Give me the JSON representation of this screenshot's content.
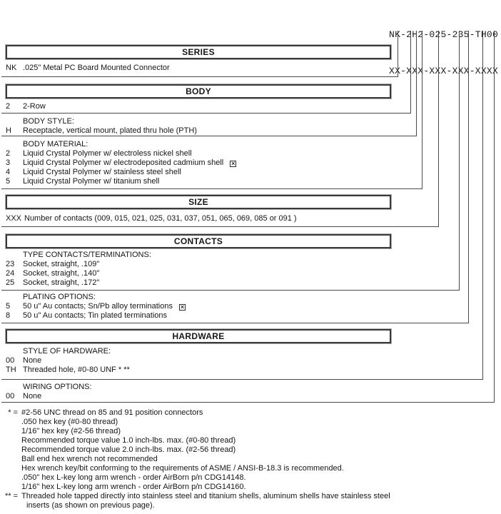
{
  "part_number": {
    "value": "NK-2H2-025-235-TH00",
    "mask": "XX-XXX-XXX-XXX-XXXX"
  },
  "icons": {
    "crossed_box": "×"
  },
  "sections": {
    "series": {
      "title": "SERIES",
      "rows": [
        {
          "code": "NK",
          "desc": ".025\" Metal PC Board Mounted Connector"
        }
      ]
    },
    "body": {
      "title": "BODY",
      "rows": [
        {
          "code": "2",
          "desc": "2-Row"
        }
      ],
      "style_label": "BODY STYLE:",
      "style_rows": [
        {
          "code": "H",
          "desc": "Receptacle, vertical mount, plated thru hole (PTH)"
        }
      ],
      "material_label": "BODY MATERIAL:",
      "material_rows": [
        {
          "code": "2",
          "desc": "Liquid Crystal Polymer w/ electroless nickel shell"
        },
        {
          "code": "3",
          "desc": "Liquid Crystal Polymer w/ electrodeposited cadmium shell",
          "flagged": true
        },
        {
          "code": "4",
          "desc": "Liquid Crystal Polymer w/ stainless steel shell"
        },
        {
          "code": "5",
          "desc": "Liquid Crystal Polymer w/ titanium shell"
        }
      ]
    },
    "size": {
      "title": "SIZE",
      "rows": [
        {
          "code": "XXX",
          "desc": "Number of contacts (009, 015, 021, 025, 031, 037, 051, 065, 069, 085 or 091 )"
        }
      ]
    },
    "contacts": {
      "title": "CONTACTS",
      "type_label": "TYPE CONTACTS/TERMINATIONS:",
      "type_rows": [
        {
          "code": "23",
          "desc": "Socket, straight, .109\""
        },
        {
          "code": "24",
          "desc": "Socket, straight, .140\""
        },
        {
          "code": "25",
          "desc": "Socket, straight, .172\""
        }
      ],
      "plating_label": "PLATING OPTIONS:",
      "plating_rows": [
        {
          "code": "5",
          "desc": "50 u\" Au contacts; Sn/Pb alloy terminations",
          "flagged": true
        },
        {
          "code": "8",
          "desc": "50 u\" Au contacts; Tin plated terminations"
        }
      ]
    },
    "hardware": {
      "title": "HARDWARE",
      "style_label": "STYLE OF HARDWARE:",
      "style_rows": [
        {
          "code": "00",
          "desc": "None"
        },
        {
          "code": "TH",
          "desc": "Threaded hole, #0-80 UNF * **"
        }
      ],
      "wiring_label": "WIRING OPTIONS:",
      "wiring_rows": [
        {
          "code": "00",
          "desc": "None"
        }
      ]
    }
  },
  "footnotes": [
    {
      "sym": "* =",
      "text": "#2-56 UNC thread on 85 and 91 position connectors"
    },
    {
      "sym": "",
      "text": ".050 hex key (#0-80 thread)"
    },
    {
      "sym": "",
      "text": "1/16\" hex key (#2-56 thread)"
    },
    {
      "sym": "",
      "text": "Recommended torque value 1.0 inch-lbs. max. (#0-80 thread)"
    },
    {
      "sym": "",
      "text": "Recommended torque value 2.0 inch-lbs. max. (#2-56 thread)"
    },
    {
      "sym": "",
      "text": "Ball end hex wrench not recommended"
    },
    {
      "sym": "",
      "text": "Hex wrench key/bit conforming to the requirements of ASME / ANSI-B-18.3 is recommended."
    },
    {
      "sym": "",
      "text": ".050\" hex L-key long arm wrench - order AirBorn p/n CDG14148."
    },
    {
      "sym": "",
      "text": "1/16\" hex L-key long arm wrench - order AirBorn p/n CDG14160."
    },
    {
      "sym": "** =",
      "text": "Threaded hole tapped directly into stainless steel and titanium shells, aluminum shells have stainless steel"
    },
    {
      "sym": "",
      "text": "inserts (as shown on previous page)."
    }
  ]
}
